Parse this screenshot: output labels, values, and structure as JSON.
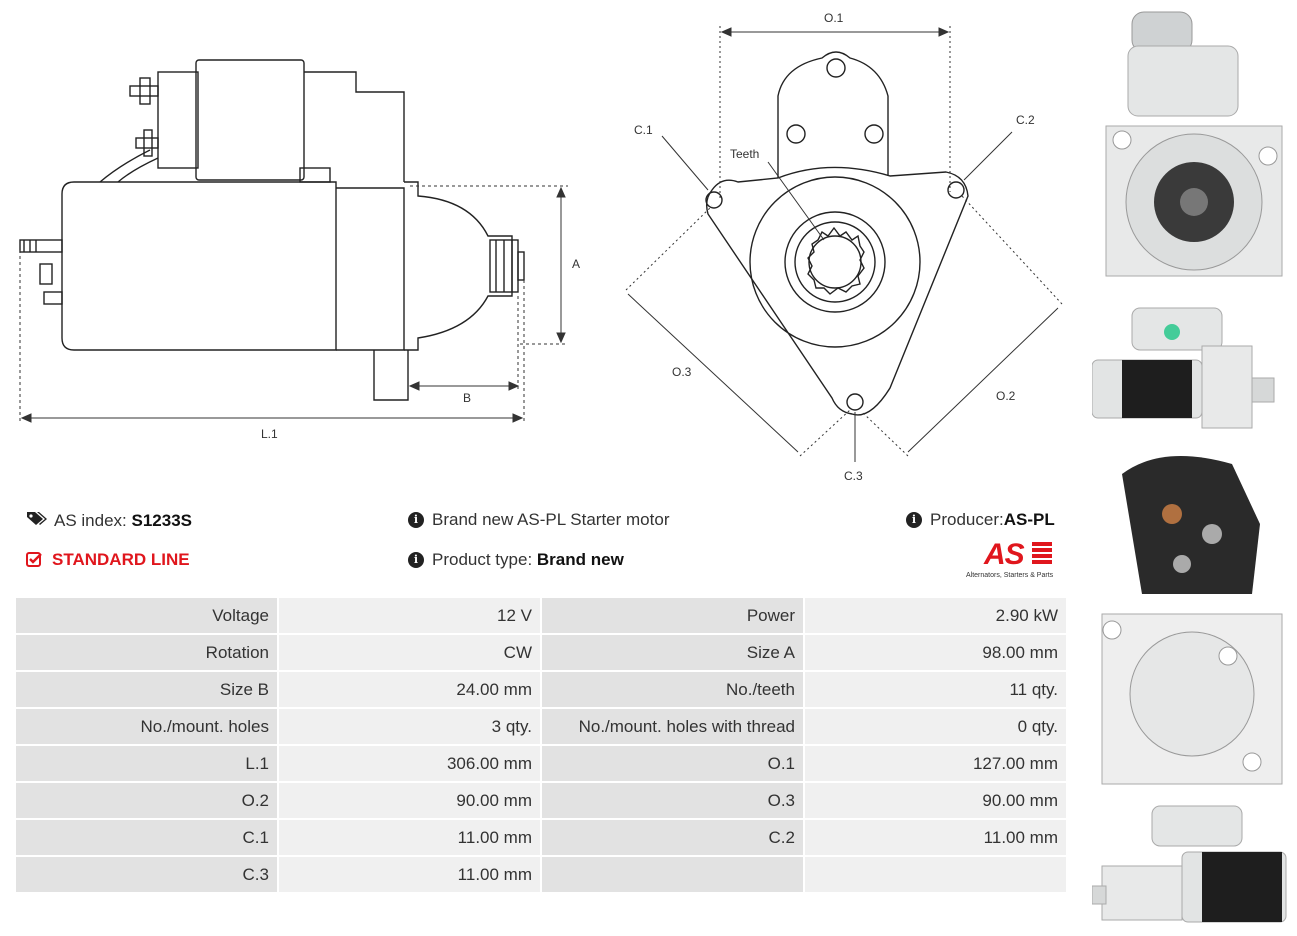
{
  "drawing": {
    "side_labels": {
      "a": "A",
      "b": "B",
      "l1": "L.1"
    },
    "front_labels": {
      "o1": "O.1",
      "o2": "O.2",
      "o3": "O.3",
      "c1": "C.1",
      "c2": "C.2",
      "c3": "C.3",
      "teeth": "Teeth"
    }
  },
  "info": {
    "as_index_label": "AS index:",
    "as_index_value": "S1233S",
    "line_label": "STANDARD LINE",
    "description": "Brand new AS-PL Starter motor",
    "product_type_label": "Product type:",
    "product_type_value": "Brand new",
    "producer_label": "Producer:",
    "producer_value": "AS-PL",
    "logo_text": "AS",
    "logo_tagline": "Alternators, Starters & Parts"
  },
  "specs": [
    [
      {
        "k": "Voltage",
        "v": "12 V"
      },
      {
        "k": "Power",
        "v": "2.90 kW"
      }
    ],
    [
      {
        "k": "Rotation",
        "v": "CW"
      },
      {
        "k": "Size A",
        "v": "98.00 mm"
      }
    ],
    [
      {
        "k": "Size B",
        "v": "24.00 mm"
      },
      {
        "k": "No./teeth",
        "v": "11 qty."
      }
    ],
    [
      {
        "k": "No./mount. holes",
        "v": "3 qty."
      },
      {
        "k": "No./mount. holes with thread",
        "v": "0 qty."
      }
    ],
    [
      {
        "k": "L.1",
        "v": "306.00 mm"
      },
      {
        "k": "O.1",
        "v": "127.00 mm"
      }
    ],
    [
      {
        "k": "O.2",
        "v": "90.00 mm"
      },
      {
        "k": "O.3",
        "v": "90.00 mm"
      }
    ],
    [
      {
        "k": "C.1",
        "v": "11.00 mm"
      },
      {
        "k": "C.2",
        "v": "11.00 mm"
      }
    ],
    [
      {
        "k": "C.3",
        "v": "11.00 mm"
      },
      {
        "k": "",
        "v": ""
      }
    ]
  ],
  "colors": {
    "accent_red": "#e0161d",
    "key_cell": "#e2e2e2",
    "value_cell": "#f0f0f0"
  }
}
